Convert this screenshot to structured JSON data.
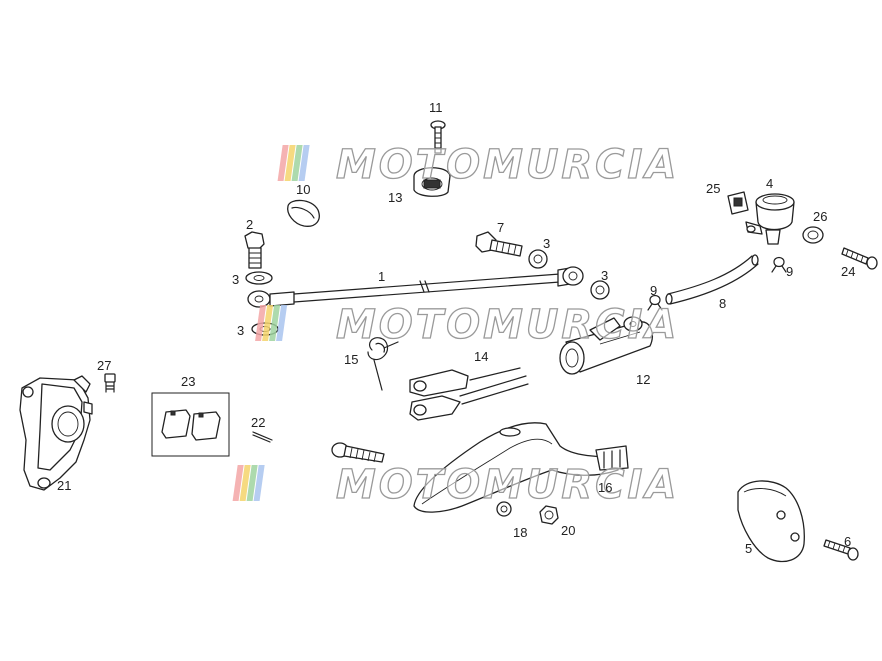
{
  "watermark": {
    "text": "MOTOMURCIA",
    "stripe_colors": [
      "#f3a6a6",
      "#f5d36b",
      "#9fd49f",
      "#a9c4ee"
    ]
  },
  "callouts": [
    {
      "id": "c1",
      "text": "1"
    },
    {
      "id": "c2",
      "text": "2"
    },
    {
      "id": "c3a",
      "text": "3"
    },
    {
      "id": "c3b",
      "text": "3"
    },
    {
      "id": "c3c",
      "text": "3"
    },
    {
      "id": "c3d",
      "text": "3"
    },
    {
      "id": "c4",
      "text": "4"
    },
    {
      "id": "c5",
      "text": "5"
    },
    {
      "id": "c6",
      "text": "6"
    },
    {
      "id": "c7",
      "text": "7"
    },
    {
      "id": "c8",
      "text": "8"
    },
    {
      "id": "c9a",
      "text": "9"
    },
    {
      "id": "c9b",
      "text": "9"
    },
    {
      "id": "c10",
      "text": "10"
    },
    {
      "id": "c11",
      "text": "11"
    },
    {
      "id": "c12",
      "text": "12"
    },
    {
      "id": "c13",
      "text": "13"
    },
    {
      "id": "c14",
      "text": "14"
    },
    {
      "id": "c15",
      "text": "15"
    },
    {
      "id": "c16",
      "text": "16"
    },
    {
      "id": "c18",
      "text": "18"
    },
    {
      "id": "c20",
      "text": "20"
    },
    {
      "id": "c21",
      "text": "21"
    },
    {
      "id": "c22",
      "text": "22"
    },
    {
      "id": "c23",
      "text": "23"
    },
    {
      "id": "c24",
      "text": "24"
    },
    {
      "id": "c25",
      "text": "25"
    },
    {
      "id": "c26",
      "text": "26"
    },
    {
      "id": "c27",
      "text": "27"
    }
  ]
}
